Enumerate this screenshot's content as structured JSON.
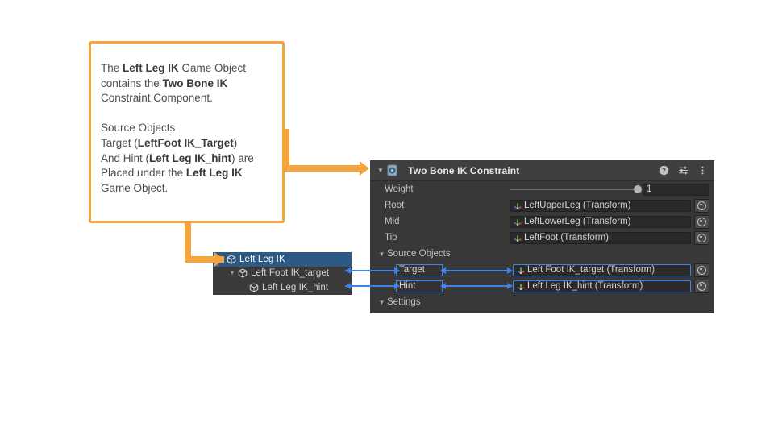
{
  "callout": {
    "text_segments": [
      {
        "t": "The ",
        "b": false
      },
      {
        "t": "Left Leg IK",
        "b": true
      },
      {
        "t": " Game Object\ncontains the ",
        "b": false
      },
      {
        "t": "Two Bone IK",
        "b": true
      },
      {
        "t": "\nConstraint Component.\n\nSource Objects\nTarget (",
        "b": false
      },
      {
        "t": "LeftFoot IK_Target",
        "b": true
      },
      {
        "t": ")\nAnd Hint (",
        "b": false
      },
      {
        "t": "Left Leg IK_hint",
        "b": true
      },
      {
        "t": ") are\nPlaced under the ",
        "b": false
      },
      {
        "t": "Left Leg IK",
        "b": true
      },
      {
        "t": "\nGame Object.",
        "b": false
      }
    ],
    "border_color": "#f5a33c"
  },
  "hierarchy": {
    "rows": [
      {
        "label": "Left Leg IK",
        "indent": 0,
        "expanded": true,
        "selected": true,
        "icon": "gameobject-cube-icon"
      },
      {
        "label": "Left Foot IK_target",
        "indent": 1,
        "expanded": true,
        "selected": false,
        "icon": "gameobject-cube-icon"
      },
      {
        "label": "Left Leg IK_hint",
        "indent": 2,
        "expanded": false,
        "selected": false,
        "icon": "gameobject-cube-icon"
      }
    ],
    "selection_color": "#2c5a85",
    "background_color": "#3a3a3a"
  },
  "inspector": {
    "title": "Two Bone IK Constraint",
    "component_icon": "two-bone-ik-constraint-icon",
    "expanded": true,
    "header_icons": [
      "help-icon",
      "preset-icon",
      "kebab-menu-icon"
    ],
    "weight": {
      "label": "Weight",
      "value": "1",
      "slider_percent": 100
    },
    "object_fields": [
      {
        "label": "Root",
        "value": "LeftUpperLeg (Transform)",
        "icon": "transform-axis-icon",
        "highlighted": false
      },
      {
        "label": "Mid",
        "value": "LeftLowerLeg (Transform)",
        "icon": "transform-axis-icon",
        "highlighted": false
      },
      {
        "label": "Tip",
        "value": "LeftFoot (Transform)",
        "icon": "transform-axis-icon",
        "highlighted": false
      }
    ],
    "source_objects": {
      "foldout_label": "Source Objects",
      "expanded": true,
      "entries": [
        {
          "name": "Target",
          "value": "Left Foot IK_target (Transform)",
          "icon": "transform-axis-icon",
          "highlighted": true
        },
        {
          "name": "Hint",
          "value": "Left Leg IK_hint (Transform)",
          "icon": "transform-axis-icon",
          "highlighted": true
        }
      ]
    },
    "settings": {
      "foldout_label": "Settings",
      "expanded": true
    },
    "background_color": "#383838",
    "highlight_color": "#3d84e8"
  }
}
